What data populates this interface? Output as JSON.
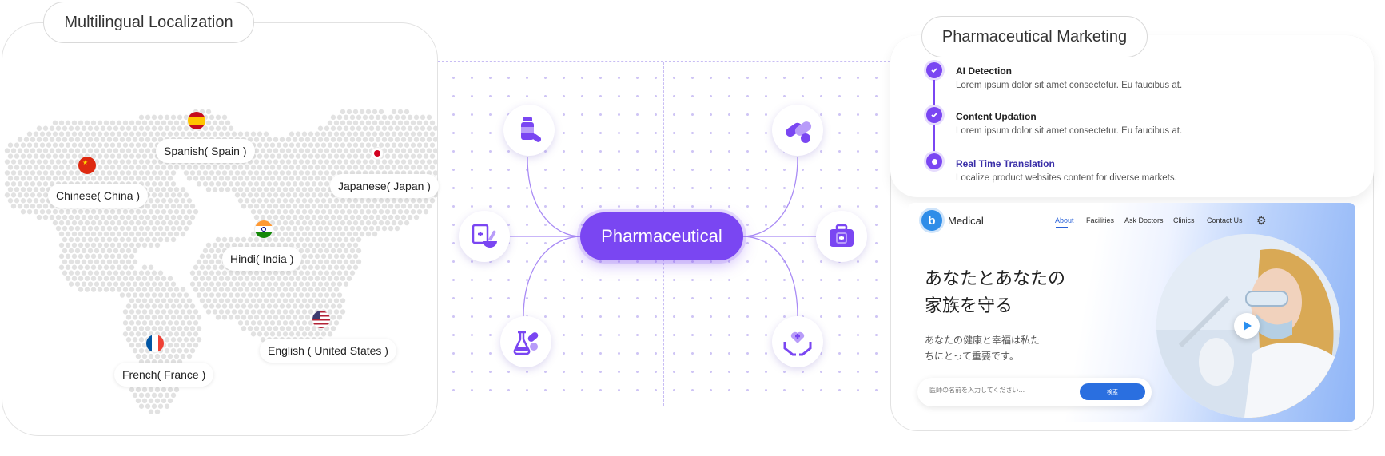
{
  "localization": {
    "title": "Multilingual Localization",
    "countries": [
      {
        "label": "Spanish( Spain )",
        "flag": "spain-flag-icon"
      },
      {
        "label": "Chinese( China )",
        "flag": "china-flag-icon"
      },
      {
        "label": "Japanese( Japan )",
        "flag": "japan-flag-icon"
      },
      {
        "label": "Hindi( India )",
        "flag": "india-flag-icon"
      },
      {
        "label": "English ( United States )",
        "flag": "usa-flag-icon"
      },
      {
        "label": "French( France )",
        "flag": "france-flag-icon"
      }
    ]
  },
  "diagram": {
    "center_label": "Pharmaceutical",
    "accent_color": "#7a46f2",
    "nodes": [
      "medicine-bottle-icon",
      "mortar-pestle-icon",
      "lab-flask-icon",
      "pills-icon",
      "first-aid-kit-icon",
      "care-hands-icon"
    ]
  },
  "marketing": {
    "title": "Pharmaceutical Marketing",
    "steps": [
      {
        "title": "AI Detection",
        "desc": "Lorem ipsum dolor sit amet consectetur. Eu faucibus at."
      },
      {
        "title": "Content Updation",
        "desc": "Lorem ipsum dolor sit amet consectetur. Eu faucibus at."
      },
      {
        "title": "Real Time Translation",
        "desc": "Localize product websites content for diverse markets."
      }
    ]
  },
  "mockup": {
    "brand": "Medical",
    "nav": [
      "About",
      "Facilities",
      "Ask Doctors",
      "Clinics",
      "Contact Us"
    ],
    "headline_line1": "あなたとあなたの",
    "headline_line2": "家族を守る",
    "sub_line1": "あなたの健康と幸福は私た",
    "sub_line2": "ちにとって重要です。",
    "search_placeholder": "医師の名前を入力してください...",
    "search_button": "検索"
  }
}
